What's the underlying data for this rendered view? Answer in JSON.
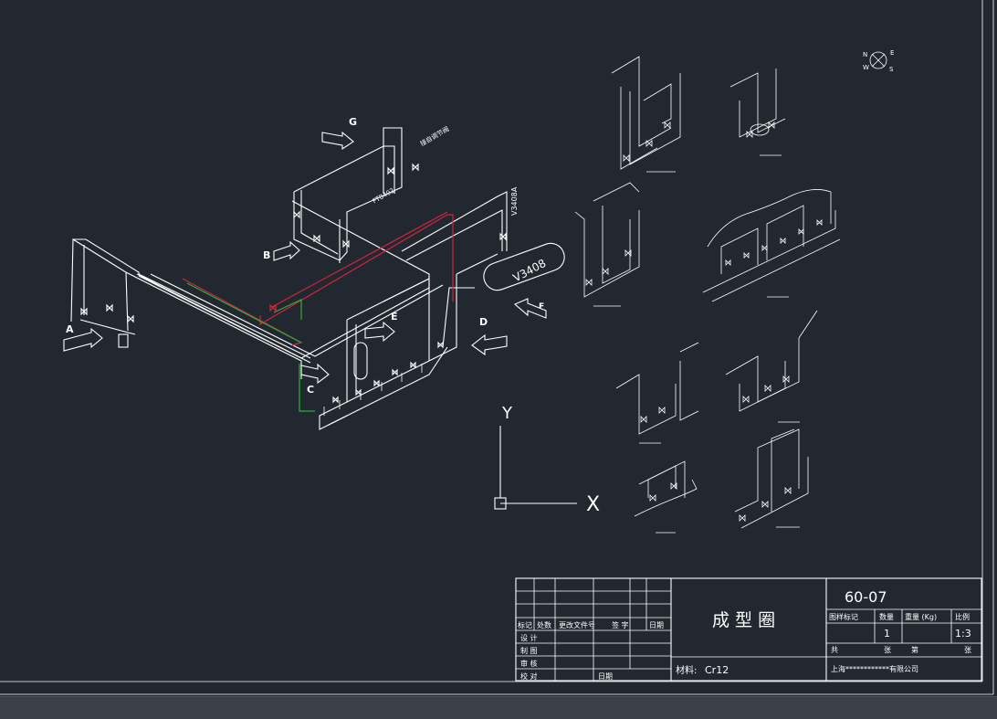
{
  "colors": {
    "background": "#212830",
    "line": "#ffffff",
    "pipe_red": "#d6243c",
    "pipe_green": "#2fae3a",
    "statusbar": "#3b4048"
  },
  "diagram": {
    "views": {
      "A": "A",
      "B": "B",
      "C": "C",
      "D": "D",
      "E": "E",
      "F": "F",
      "G": "G"
    },
    "vessel_label": "V3408",
    "tag_v3408a": "V3408A",
    "tag_ft": "FT8402",
    "tag_label_upper": "接自调节阀",
    "compass": {
      "n": "N",
      "e": "E",
      "w": "W",
      "s": "S"
    },
    "axes": {
      "y": "Y",
      "x": "X"
    }
  },
  "title_block": {
    "drawing_no": "60-07",
    "drawing_title": "成 型 圈",
    "material_label": "材料:",
    "material_value": "Cr12",
    "revision_headers": [
      "标记",
      "处数",
      "更改文件号",
      "签 字",
      "日期"
    ],
    "row_labels": [
      "设 计",
      "制 图",
      "审 核",
      "校 对"
    ],
    "date_label": "日期",
    "header_stage": "图样标记",
    "header_qty": "数量",
    "header_weight": "重量 (Kg)",
    "header_scale": "比例",
    "qty_value": "1",
    "scale_value": "1:3",
    "sheet_total_label": "共",
    "sheet_label": "张",
    "sheet_no_label": "第",
    "sheet_label_2": "张",
    "company": "上海************有限公司"
  }
}
